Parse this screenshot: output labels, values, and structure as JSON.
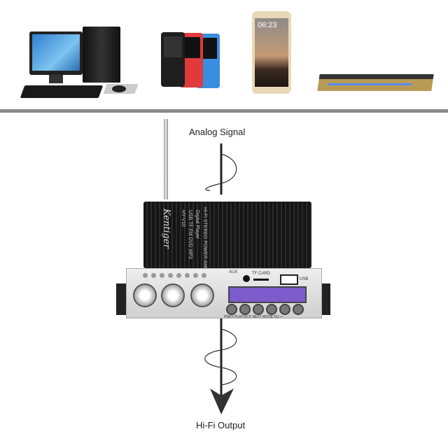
{
  "diagram": {
    "input_label": "Analog Signal",
    "output_label": "Hi-Fi Output",
    "phone_time": "06:23",
    "amplifier": {
      "brand": "Kentiger",
      "model": "HY-V10",
      "features": "USB TF FM DVD MP3",
      "subtitle": "Digital Player",
      "description": "Hi-Fi STEREO POWER AMPLIFIER",
      "aux_label": "AUX",
      "tf_label": "TF CARD",
      "usb_label": "USB",
      "display_color": "#7c5ccc",
      "button_labels": [
        "PREV",
        "PLAY/SCK",
        "NEXT",
        "MODE",
        "EQ",
        "↵"
      ]
    },
    "source_devices": [
      "computer",
      "mp3-players",
      "smartphone",
      "dvd-player"
    ]
  }
}
